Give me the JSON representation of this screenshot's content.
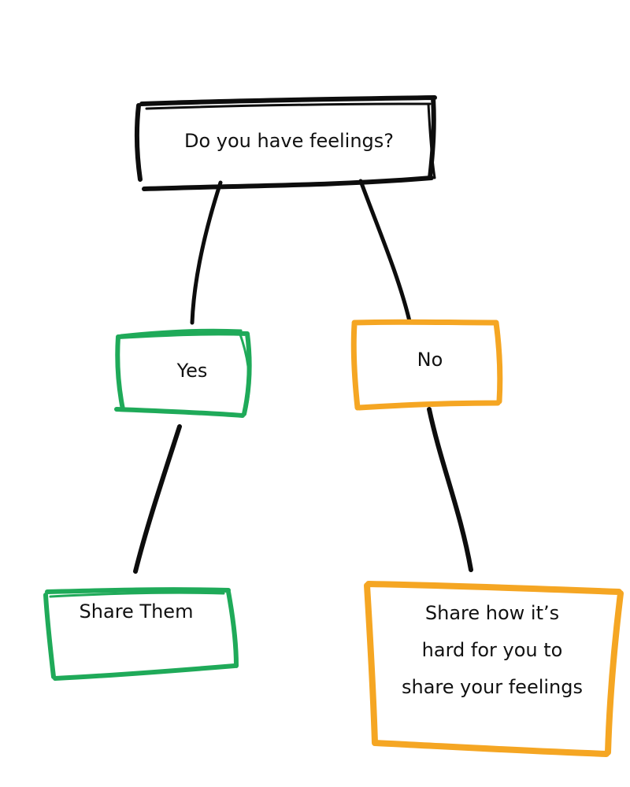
{
  "colors": {
    "ink": "#0d0d0d",
    "yes_branch": "#1faa59",
    "no_branch": "#f5a623"
  },
  "nodes": {
    "question": {
      "label": "Do you have feelings?"
    },
    "yes": {
      "label": "Yes"
    },
    "no": {
      "label": "No"
    },
    "share_them": {
      "label": "Share Them"
    },
    "share_hard": {
      "lines": [
        "Share how it’s",
        "hard for you to",
        "share your feelings"
      ]
    }
  }
}
